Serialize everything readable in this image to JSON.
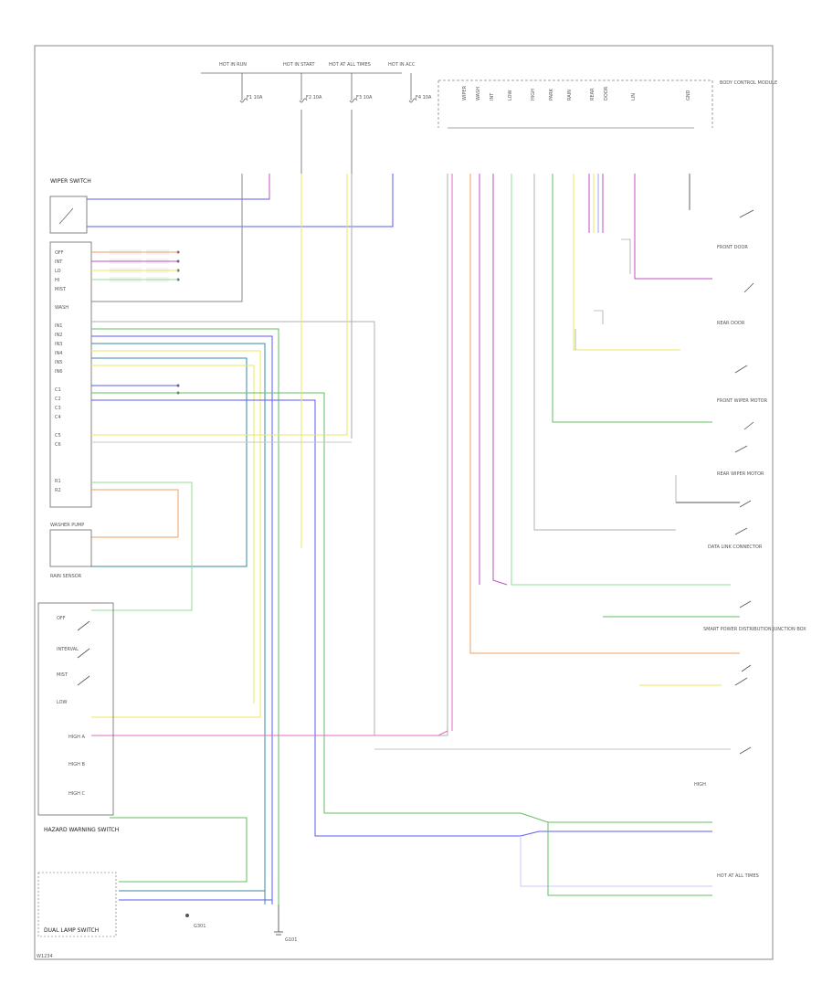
{
  "diagram": {
    "frame_title": "",
    "labels": {
      "wiper_switch": "WIPER SWITCH",
      "fuse_1": "F1 10A",
      "fuse_2": "F2 10A",
      "fuse_3": "F3 10A",
      "fuse_4": "F4 10A",
      "hot_run": "HOT IN RUN",
      "hot_start": "HOT IN START",
      "hot_all": "HOT AT ALL TIMES",
      "hot_acc": "HOT IN ACC",
      "bcm": "BODY CONTROL MODULE",
      "spdc": "SMART POWER DISTRIBUTION JUNCTION BOX",
      "washer_pump": "WASHER PUMP",
      "interval": "INTERVAL",
      "mist": "MIST",
      "low": "LOW",
      "high": "HIGH",
      "off": "OFF",
      "hazard_switch": "HAZARD WARNING SWITCH",
      "dual_lamp": "DUAL LAMP SWITCH",
      "rain_sensor": "RAIN SENSOR",
      "front_wiper_motor": "FRONT WIPER MOTOR",
      "rear_wiper_motor": "REAR WIPER MOTOR",
      "front_door": "FRONT DOOR",
      "rear_door": "REAR DOOR",
      "data_link": "DATA LINK CONNECTOR",
      "g101": "G101",
      "g301": "G301",
      "footer": "W1234"
    },
    "wire_colors": {
      "blue": "#5a5af0",
      "violet": "#c050c0",
      "yellow": "#e8e860",
      "green": "#60c060",
      "teal": "#3a8aa0",
      "pink": "#e070c0",
      "orange": "#f0a060",
      "gray": "#b0b0b0",
      "black": "#333333",
      "lightgreen": "#90e090",
      "lavender": "#a0a0f0"
    }
  }
}
